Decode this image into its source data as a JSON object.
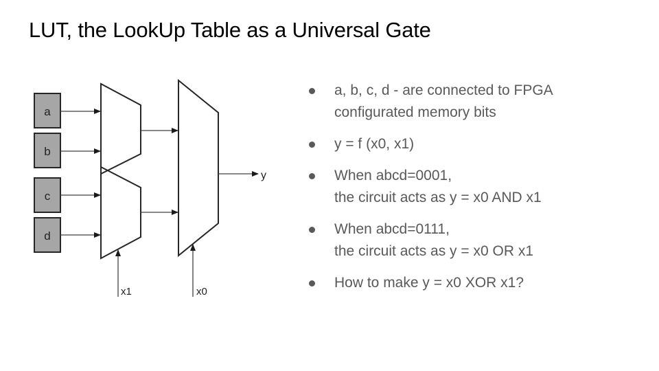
{
  "slide": {
    "title": "LUT, the LookUp Table as a Universal Gate"
  },
  "diagram": {
    "inputs": [
      {
        "label": "a"
      },
      {
        "label": "b"
      },
      {
        "label": "c"
      },
      {
        "label": "d"
      }
    ],
    "selects": [
      {
        "label": "x1"
      },
      {
        "label": "x0"
      }
    ],
    "output": {
      "label": "y"
    },
    "colors": {
      "box_fill": "#a6a6a6",
      "stroke": "#262626",
      "wire": "#404040"
    }
  },
  "bullets": [
    {
      "lines": [
        "a, b, c, d - are connected to FPGA",
        "configurated memory bits"
      ]
    },
    {
      "lines": [
        "y = f (x0, x1)"
      ]
    },
    {
      "lines": [
        "When abcd=0001,",
        "the circuit acts as y = x0 AND x1"
      ]
    },
    {
      "lines": [
        "When abcd=0111,",
        "the circuit acts as y = x0 OR x1"
      ]
    },
    {
      "lines": [
        "How to make y = x0 XOR x1?"
      ]
    }
  ]
}
